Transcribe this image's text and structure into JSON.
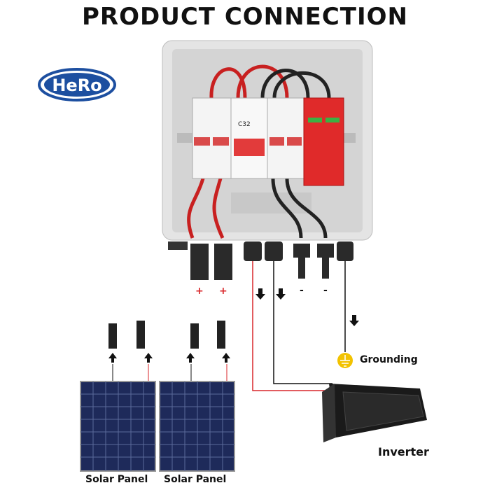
{
  "title": "PRODUCT CONNECTION",
  "logo": "HeRo",
  "breaker_label": "C32",
  "polarity": {
    "pos1": "+",
    "pos2": "+",
    "neg1": "-",
    "neg2": "-"
  },
  "labels": {
    "grounding": "Grounding",
    "inverter": "Inverter",
    "solar_panel_1": "Solar Panel",
    "solar_panel_2": "Solar Panel"
  },
  "colors": {
    "red": "#d8262a",
    "box": "#e6e6e6",
    "panel": "#1e2a5a",
    "logo": "#1d4fa0",
    "ground": "#f2c200"
  }
}
